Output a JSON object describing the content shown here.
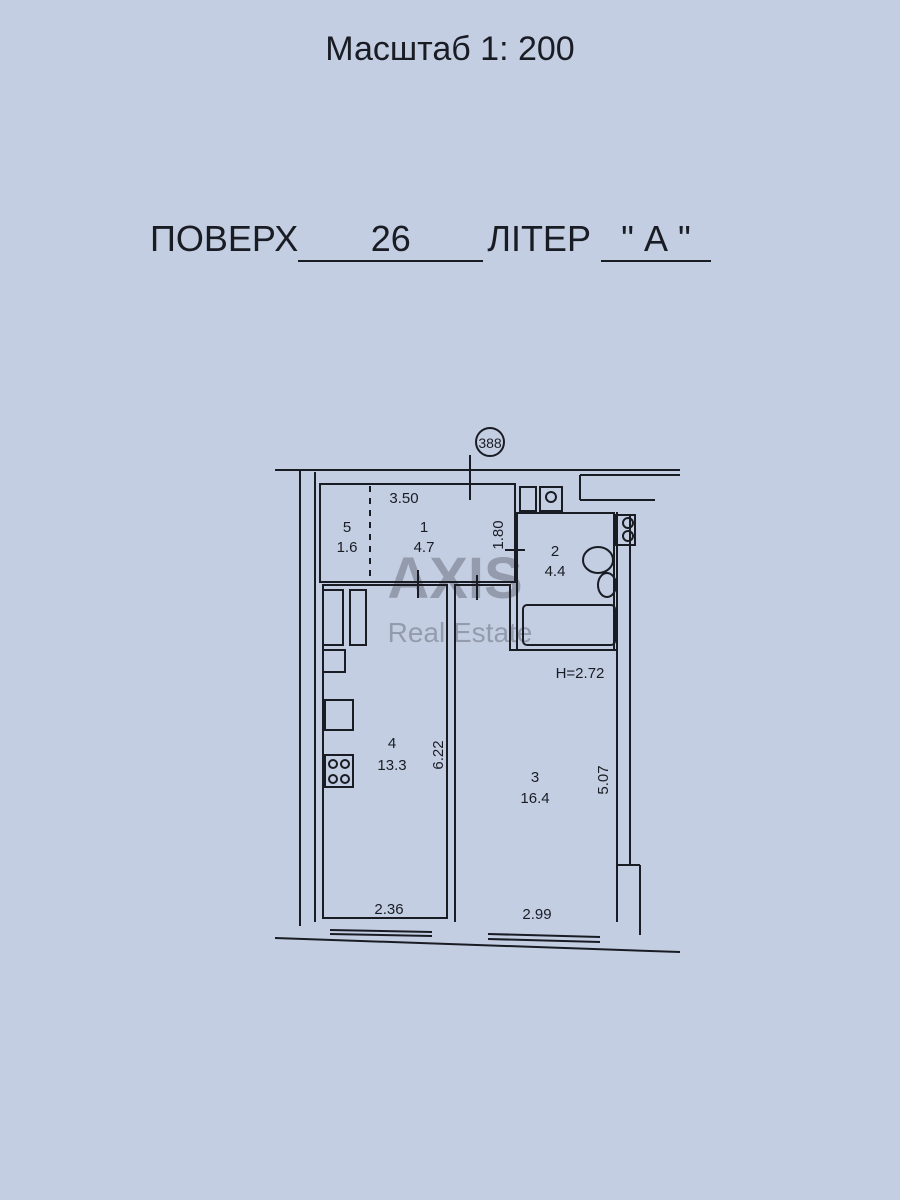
{
  "header": {
    "scale_label": "Масштаб 1: 200",
    "floor_label": "ПОВЕРХ",
    "floor_value": "26",
    "letter_label": "ЛІТЕР",
    "letter_value": "\" А \""
  },
  "plan": {
    "axis_marker": "388",
    "ceiling_height": "H=2.72",
    "rooms": [
      {
        "number": "1",
        "area": "4.7"
      },
      {
        "number": "2",
        "area": "4.4"
      },
      {
        "number": "3",
        "area": "16.4"
      },
      {
        "number": "4",
        "area": "13.3"
      },
      {
        "number": "5",
        "area": "1.6"
      }
    ],
    "dimensions": {
      "hall_width": "3.50",
      "hall_depth": "1.80",
      "kitchen_length": "6.22",
      "kitchen_width": "2.36",
      "room_length": "5.07",
      "room_width": "2.99"
    }
  },
  "watermark": {
    "brand": "AXIS",
    "sub": "Real Estate"
  }
}
